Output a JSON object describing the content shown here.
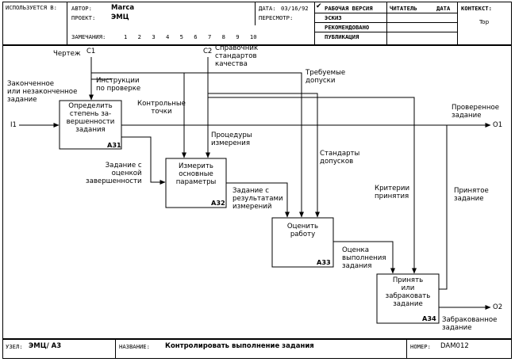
{
  "header": {
    "used_in_label": "ИСПОЛЬЗУЕТСЯ В:",
    "author_label": "АВТОР:",
    "author_value": "Marca",
    "project_label": "ПРОЕКТ:",
    "project_value": "ЭМЦ",
    "notes_label": "ЗАМЕЧАНИЯ:",
    "note_numbers": [
      "1",
      "2",
      "3",
      "4",
      "5",
      "6",
      "7",
      "8",
      "9",
      "10"
    ],
    "date_label": "ДАТА:",
    "date_value": "03/16/92",
    "review_label": "ПЕРЕСМОТР:",
    "status_check": "✔",
    "status_working": "РАБОЧАЯ ВЕРСИЯ",
    "status_draft": "ЭСКИЗ",
    "status_recommended": "РЕКОМЕНДОВАНО",
    "status_publication": "ПУБЛИКАЦИЯ",
    "reader_label": "ЧИТАТЕЛЬ",
    "reader_date_label": "ДАТА",
    "context_label": "КОНТЕКСТ:",
    "context_value": "Top"
  },
  "footer": {
    "node_label": "УЗЕЛ:",
    "node_value": "ЭМЦ/ А3",
    "title_label": "НАЗВАНИЕ:",
    "title_value": "Контролировать выполнение задания",
    "number_label": "НОМЕР:",
    "number_value": "DAM012"
  },
  "diagram": {
    "boxes": [
      {
        "id": "A31",
        "text": [
          "Определить",
          "степень за-",
          "вершенности",
          "задания"
        ]
      },
      {
        "id": "A32",
        "text": [
          "Измерить",
          "основные",
          "параметры"
        ]
      },
      {
        "id": "A33",
        "text": [
          "Оценить",
          "работу"
        ]
      },
      {
        "id": "A34",
        "text": [
          "Принять",
          "или",
          "забраковать",
          "задание"
        ]
      }
    ],
    "controls": {
      "c1_label": "Чертеж",
      "c1_code": "C1",
      "c2_code": "C2",
      "c2_label": [
        "Справочник",
        "стандартов",
        "качества"
      ]
    },
    "inputs": {
      "i1_code": "I1",
      "i1_label": [
        "Законченное",
        "или незаконченное",
        "задание"
      ]
    },
    "outputs": {
      "o1_code": "O1",
      "o1_label": [
        "Проверенное",
        "задание"
      ],
      "o2_code": "O2",
      "o2_label": [
        "Забракованное",
        "задание"
      ]
    },
    "arrow_labels": {
      "inspection_instructions": [
        "Инструкции",
        "по проверке"
      ],
      "control_points": [
        "Контрольные",
        "точки"
      ],
      "measurement_procedures": [
        "Процедуры",
        "измерения"
      ],
      "required_tolerances": [
        "Требуемые",
        "допуски"
      ],
      "tolerance_standards": [
        "Стандарты",
        "допусков"
      ],
      "task_with_completion": [
        "Задание с",
        "оценкой",
        "завершенности"
      ],
      "task_with_results": [
        "Задание с",
        "результатами",
        "измерений"
      ],
      "acceptance_criteria": [
        "Критерии",
        "принятия"
      ],
      "performance_evaluation": [
        "Оценка",
        "выполнения",
        "задания"
      ],
      "accepted_task": [
        "Принятое",
        "задание"
      ]
    }
  }
}
